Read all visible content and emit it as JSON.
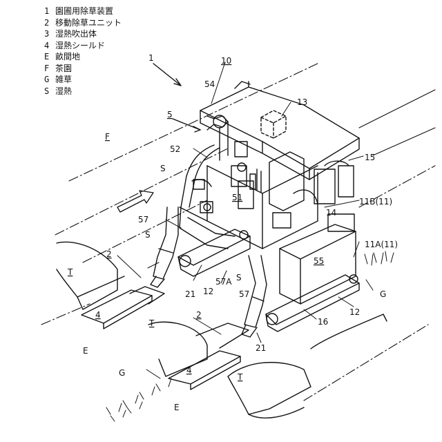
{
  "legend": [
    {
      "key": "1",
      "text": "園圃用除草装置"
    },
    {
      "key": "2",
      "text": "移動除草ユニット"
    },
    {
      "key": "3",
      "text": "湿熱吹出体"
    },
    {
      "key": "4",
      "text": "湿熱シールド"
    },
    {
      "key": "E",
      "text": "畝間地"
    },
    {
      "key": "F",
      "text": "茶園"
    },
    {
      "key": "G",
      "text": "雑草"
    },
    {
      "key": "S",
      "text": "湿熱"
    }
  ],
  "labels": {
    "n1": "1",
    "n10": "10",
    "n13": "13",
    "n54": "54",
    "n5": "5",
    "F": "F",
    "n52": "52",
    "S_top": "S",
    "n15": "15",
    "n51": "51",
    "n14": "14",
    "n11B": "11B(11)",
    "n57_left": "57",
    "S_mid": "S",
    "n11A": "11A(11)",
    "n55": "55",
    "T_left": "T",
    "n2_left": "2",
    "n12_mid": "12",
    "n57A": "57A",
    "S_right": "S",
    "n21_left": "21",
    "n57_mid": "57",
    "G_right": "G",
    "n4_left": "4",
    "T_center": "T",
    "n16": "16",
    "n12_right": "12",
    "E_left": "E",
    "n2_center": "2",
    "n21_center": "21",
    "G_left": "G",
    "n4_center": "4",
    "T_right": "T",
    "E_center": "E"
  }
}
